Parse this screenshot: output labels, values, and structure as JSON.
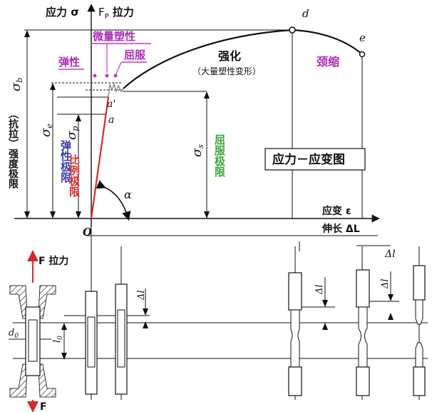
{
  "top": {
    "y_axis_label_stress": "应力 σ",
    "y_axis_label_force": "F",
    "y_axis_label_force_sub": "P",
    "y_axis_label_force_tail": " 拉力",
    "x_axis_label_strain": "应变 ε",
    "x_axis_label_elong": "伸长 ΔL",
    "origin": "O",
    "points": {
      "a": "a",
      "a_prime": "a'",
      "d": "d",
      "e": "e"
    },
    "angle": "α",
    "regions": {
      "micro_plastic": "微量塑性",
      "elastic": "弹性",
      "yield": "屈服",
      "hardening": "强化",
      "hardening_note": "（大量塑性变形）",
      "necking": "颈缩"
    },
    "limits": {
      "sigma_b": "σ",
      "sigma_b_sub": "b",
      "tensile": "（抗拉）强度极限",
      "sigma_e": "σ",
      "sigma_e_sub": "e",
      "elastic_limit": "弹性极限",
      "sigma_p": "σ",
      "sigma_p_sub": "p",
      "proportional_limit": "比例极限",
      "sigma_s": "σ",
      "sigma_s_sub": "s",
      "yield_limit": "屈服极限"
    },
    "title": "应力－应变图"
  },
  "bottom": {
    "force_top": "F 拉力",
    "force_bottom": "F",
    "d0": "d",
    "d0_sub": "0",
    "l0": "l",
    "l0_sub": "0",
    "delta_l": "Δl"
  },
  "colors": {
    "elastic_line": "#d42a2a",
    "purple": "#c03cc4",
    "purple_text": "#b02cb8",
    "green": "#3aa63a",
    "blue_text": "#3a3ab0",
    "arrow_red": "#d42a2a"
  }
}
